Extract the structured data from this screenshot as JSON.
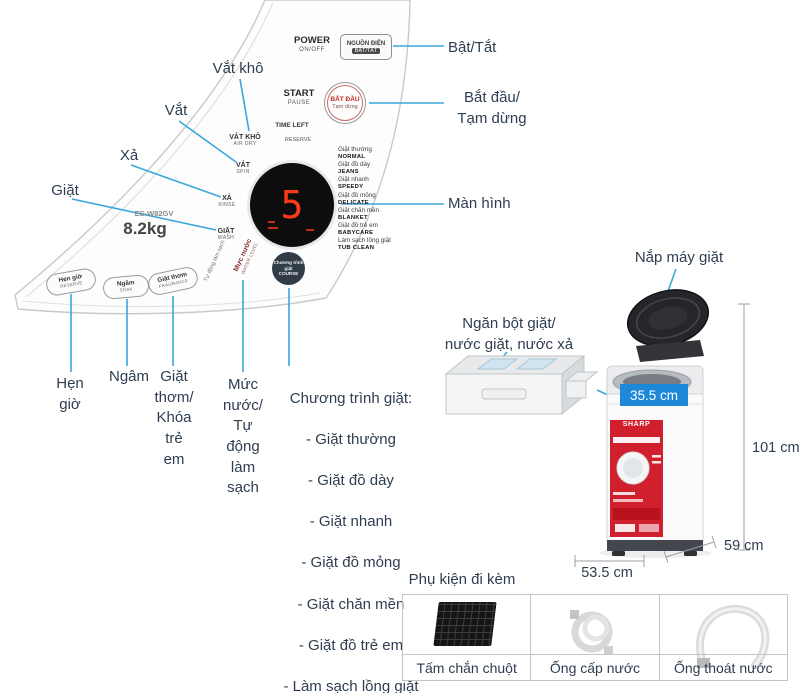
{
  "colors": {
    "connector_line": "#3aa7dc",
    "dimension_highlight": "#1d87d8",
    "display_red": "#ff3a1a",
    "sticker_red": "#d0202e",
    "label_text": "#2e3d50"
  },
  "annotations": {
    "vat_kho": "Vắt khô",
    "vat": "Vắt",
    "xa": "Xả",
    "giat": "Giặt",
    "bat_tat": "Bật/Tắt",
    "bat_dau": "Bắt đầu/\nTạm dừng",
    "man_hinh": "Màn hình",
    "nap_may_giat": "Nắp máy giặt",
    "ngan_bot_giat": "Ngăn bột giặt/\nnước giặt, nước xả",
    "hen_gio": "Hẹn\ngiờ",
    "ngam": "Ngâm",
    "giat_thom": "Giặt\nthơm/\nKhóa\ntrẻ\nem",
    "muc_nuoc": "Mức\nnước/\nTự\nđộng\nlàm\nsạch",
    "course_header": "Chương trình giặt:",
    "course_items": [
      "- Giặt thường",
      "- Giặt đồ dày",
      "- Giặt nhanh",
      "- Giặt đồ mỏng",
      "- Giặt chăn mền",
      "- Giặt đồ trẻ em",
      "- Làm sạch lồng giặt"
    ]
  },
  "panel": {
    "model": "ES-W82GV",
    "capacity": "8.2kg",
    "power": {
      "label": "POWER",
      "sub": "ON/OFF",
      "btn1": "NGUỒN ĐIỆN",
      "btn2": "BẬT/TẮT"
    },
    "start": {
      "label": "START",
      "sub": "PAUSE",
      "btn1": "BẮT ĐẦU",
      "btn2": "Tạm dừng"
    },
    "time_left": "TIME LEFT",
    "reserve": "RESERVE",
    "display_value": "5",
    "cycles": [
      {
        "vi": "VẮT KHÔ",
        "en": "AIR DRY"
      },
      {
        "vi": "VẮT",
        "en": "SPIN"
      },
      {
        "vi": "XẢ",
        "en": "RINSE"
      },
      {
        "vi": "GIẶT",
        "en": "WASH"
      }
    ],
    "programs": [
      {
        "vi": "Giặt thường",
        "en": "NORMAL"
      },
      {
        "vi": "Giặt đồ dày",
        "en": "JEANS"
      },
      {
        "vi": "Giặt nhanh",
        "en": "SPEEDY"
      },
      {
        "vi": "Giặt đồ mỏng",
        "en": "DELICATE"
      },
      {
        "vi": "Giặt chăn mền",
        "en": "BLANKET"
      },
      {
        "vi": "Giặt đồ trẻ em",
        "en": "BABYCARE"
      },
      {
        "vi": "Làm sạch lồng giặt",
        "en": "TUB CLEAN"
      }
    ],
    "options": [
      {
        "vi": "Hẹn giờ",
        "en": "RESERVE"
      },
      {
        "vi": "Ngâm",
        "en": "SOAK"
      },
      {
        "vi": "Giặt thơm",
        "en": "FRAGRANCE"
      }
    ],
    "water_level": {
      "vi": "Mực nước",
      "en": "WATER LEVEL"
    },
    "self_clean": "Tự động làm sạch",
    "course_button": "Chương trình\ngiặt\nCOURSE"
  },
  "machine": {
    "brand": "SHARP",
    "dim_top": "35.5 cm",
    "dim_height": "101 cm",
    "dim_depth": "59 cm",
    "dim_width": "53.5 cm"
  },
  "accessories": {
    "title": "Phụ kiện đi kèm",
    "items": [
      "Tấm chắn chuột",
      "Ống cấp nước",
      "Ống thoát nước"
    ]
  }
}
